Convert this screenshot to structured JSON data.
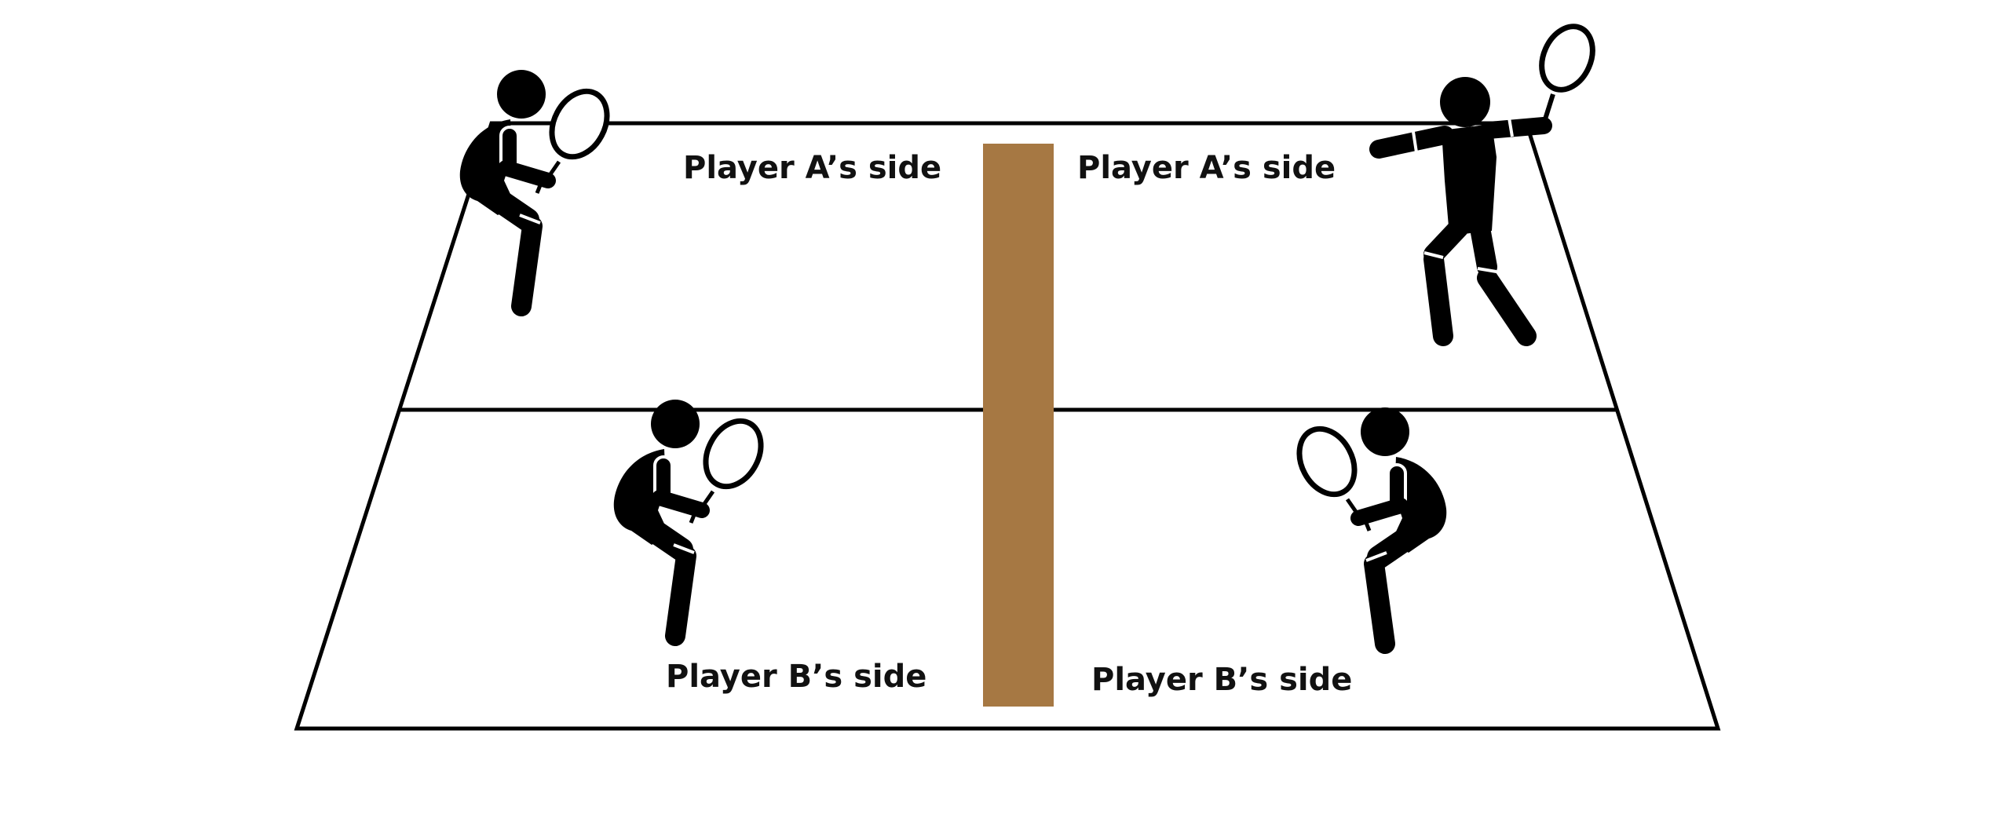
{
  "court": {
    "line_color": "#000000",
    "surface_color": "#ffffff",
    "net_color": "#a67843"
  },
  "labels": {
    "a_left": "Player A’s side",
    "a_right": "Player A’s side",
    "b_left": "Player B’s side",
    "b_right": "Player B’s side"
  },
  "figures": {
    "color": "#000000",
    "icons": [
      "player-top-left-icon",
      "player-top-right-icon",
      "player-bottom-left-icon",
      "player-bottom-right-icon"
    ]
  }
}
